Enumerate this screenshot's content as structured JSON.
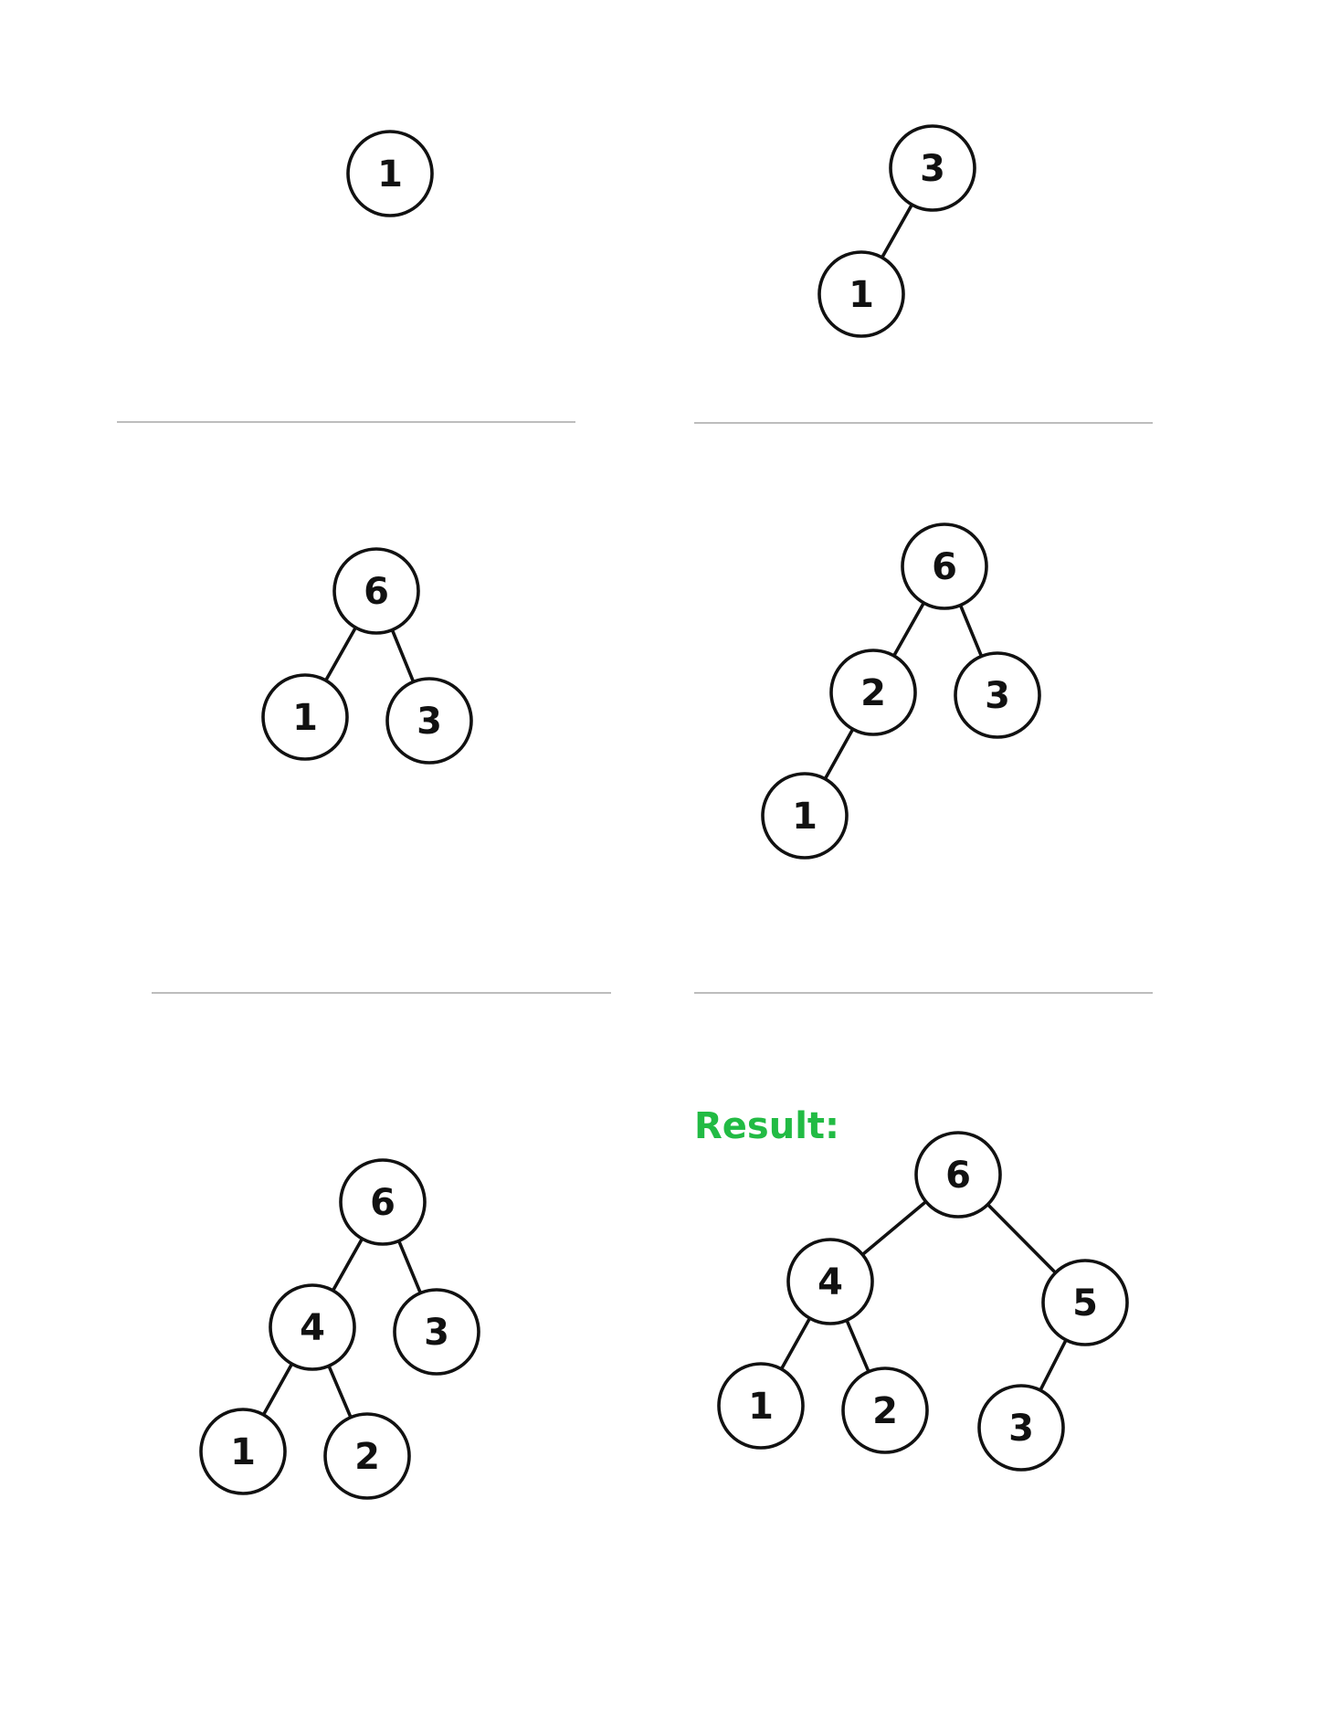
{
  "result_label": "Result:",
  "colors": {
    "result": "#22bb44",
    "stroke": "#111111",
    "divider": "#bdbdbd"
  },
  "trees": [
    {
      "name": "tree-step-1",
      "nodes": [
        "1"
      ],
      "edges": []
    },
    {
      "name": "tree-step-2",
      "nodes": [
        "3",
        "1"
      ],
      "edges": [
        [
          0,
          1
        ]
      ]
    },
    {
      "name": "tree-step-3",
      "nodes": [
        "6",
        "1",
        "3"
      ],
      "edges": [
        [
          0,
          1
        ],
        [
          0,
          2
        ]
      ]
    },
    {
      "name": "tree-step-4",
      "nodes": [
        "6",
        "2",
        "3",
        "1"
      ],
      "edges": [
        [
          0,
          1
        ],
        [
          0,
          2
        ],
        [
          1,
          3
        ]
      ]
    },
    {
      "name": "tree-step-5",
      "nodes": [
        "6",
        "4",
        "3",
        "1",
        "2"
      ],
      "edges": [
        [
          0,
          1
        ],
        [
          0,
          2
        ],
        [
          1,
          3
        ],
        [
          1,
          4
        ]
      ]
    },
    {
      "name": "tree-result",
      "nodes": [
        "6",
        "4",
        "5",
        "1",
        "2",
        "3"
      ],
      "edges": [
        [
          0,
          1
        ],
        [
          0,
          2
        ],
        [
          1,
          3
        ],
        [
          1,
          4
        ],
        [
          2,
          5
        ]
      ]
    }
  ]
}
